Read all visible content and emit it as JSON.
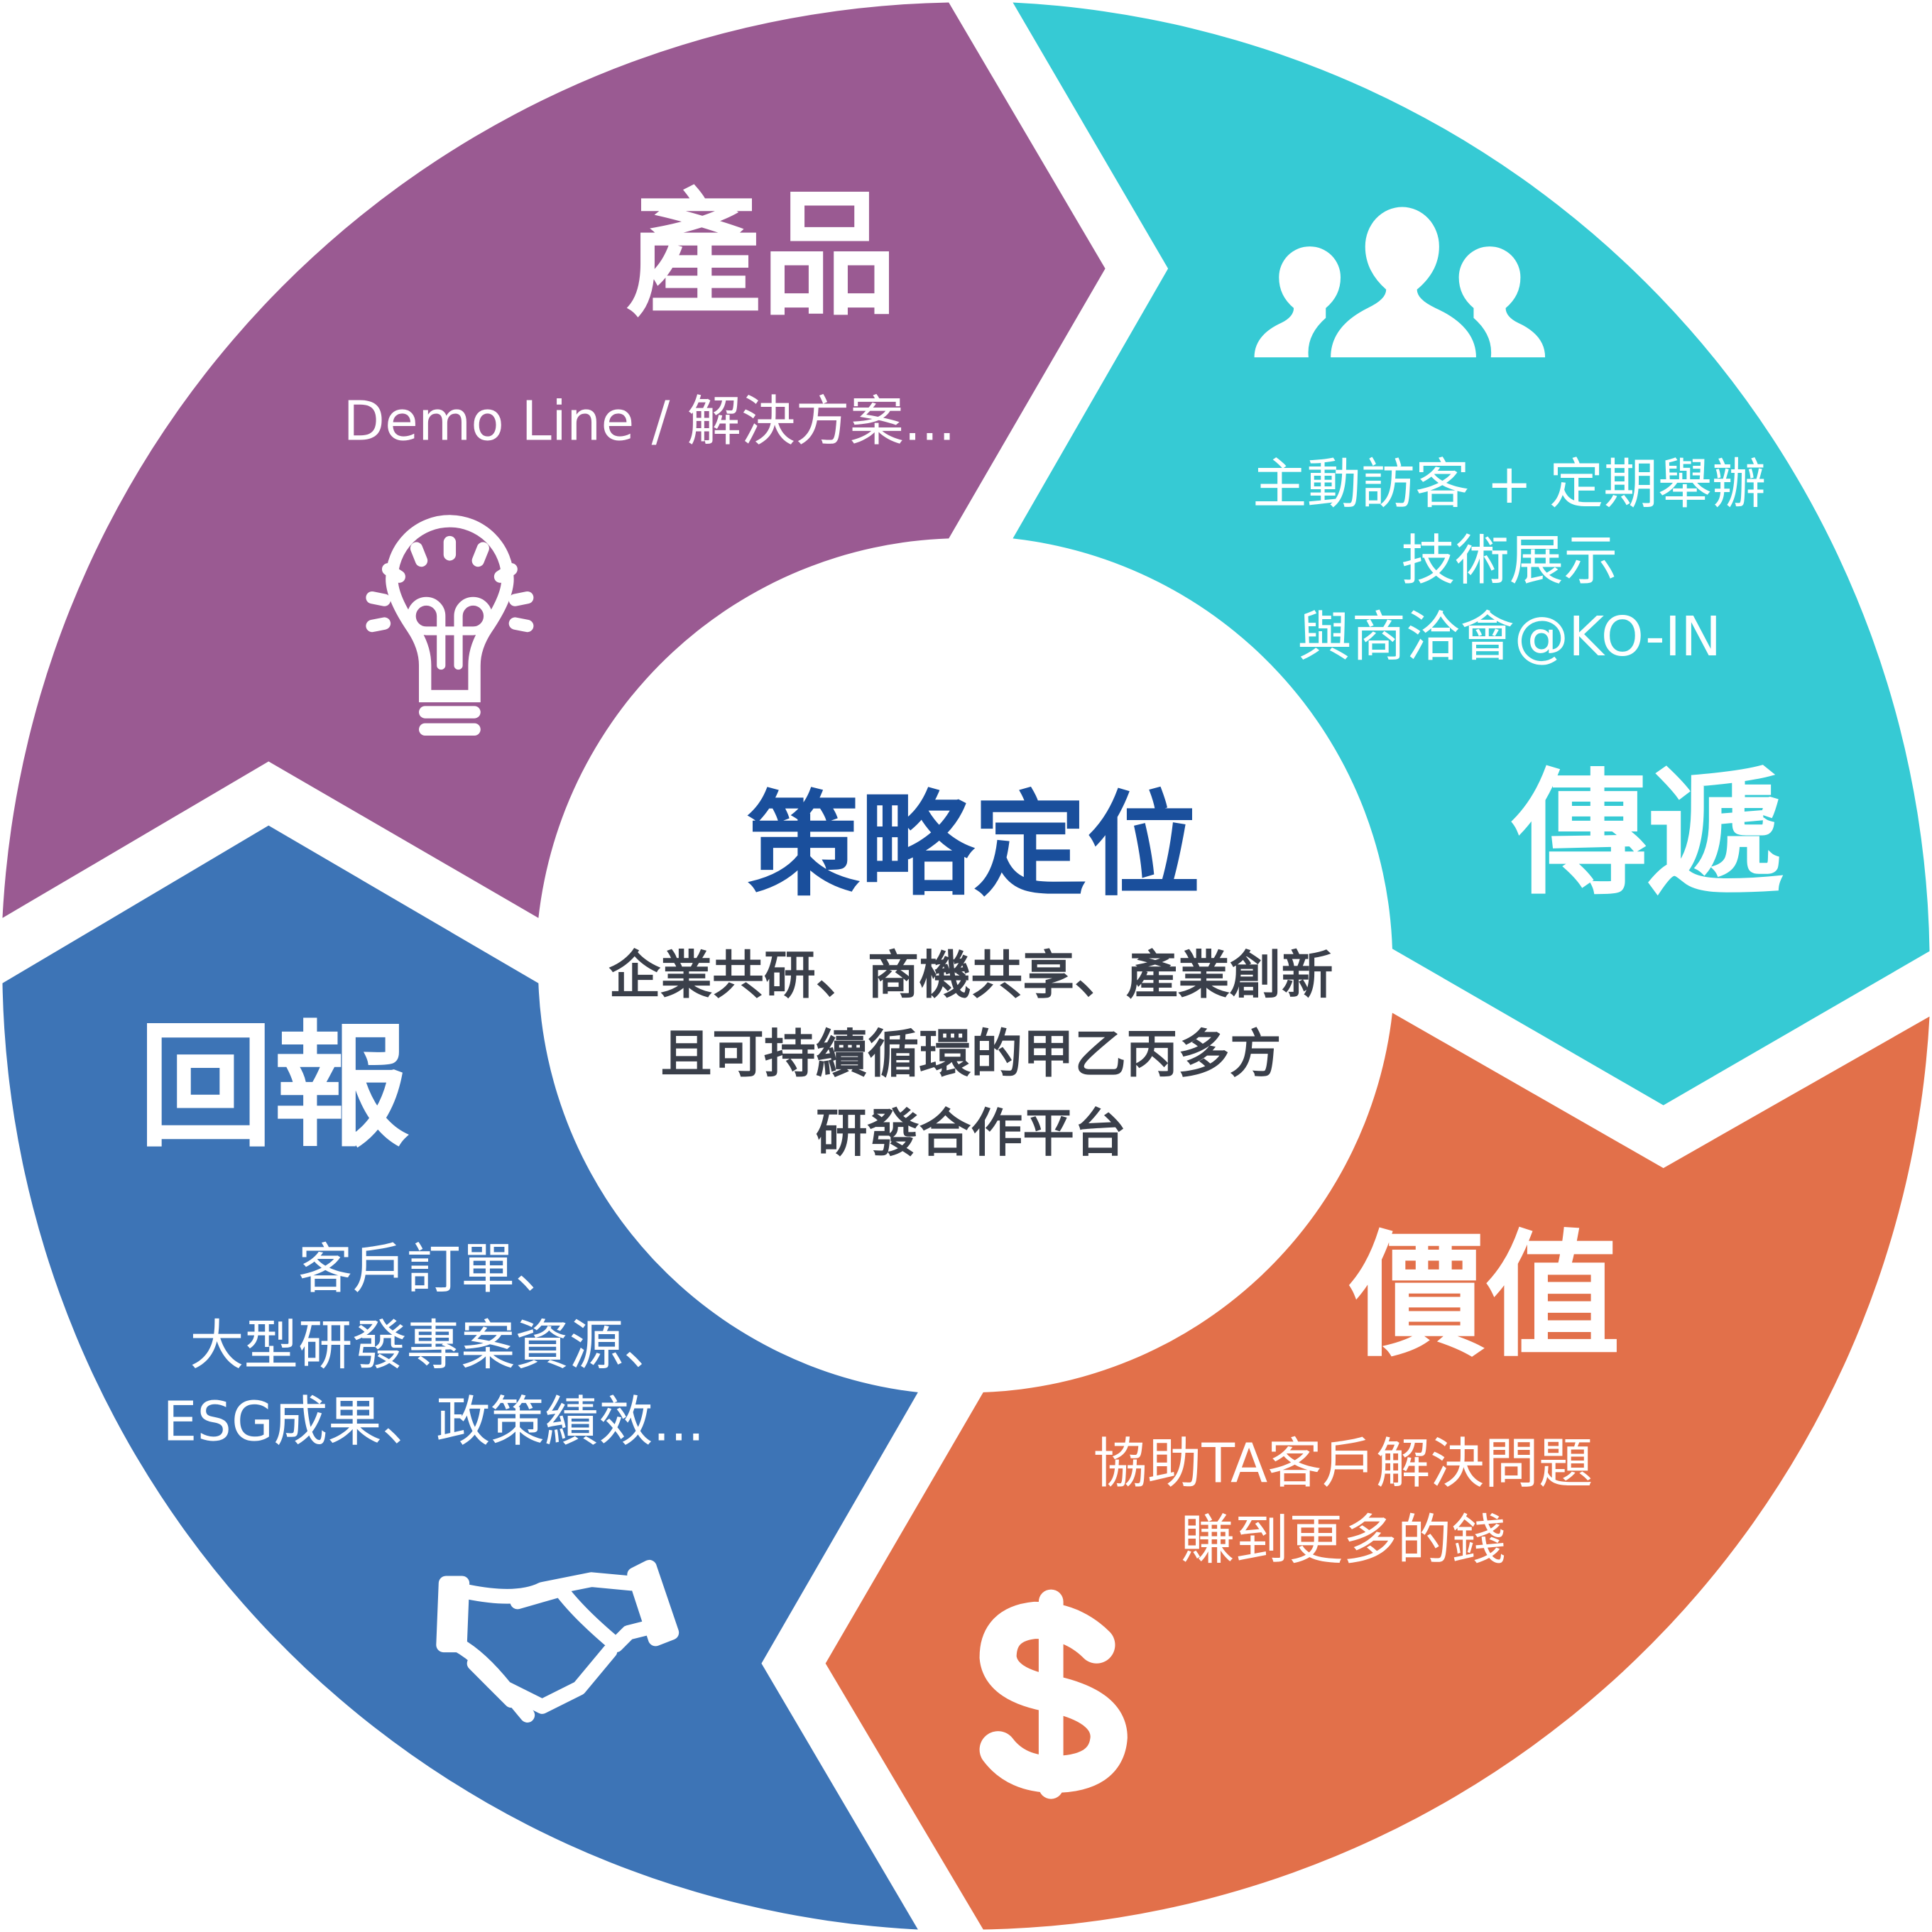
{
  "colors": {
    "product": "#9a5a92",
    "deliver": "#36cad4",
    "value": "#e2704a",
    "reward": "#3d74b6",
    "center_title": "#1a4f9c",
    "center_text": "#3a3f4a"
  },
  "center": {
    "title": "策略定位",
    "lines": [
      "企業共研、商機共享、產業創新",
      "且可持續循環的甲乙丙多方",
      "研發合作平台"
    ]
  },
  "segments": {
    "product": {
      "title": "產品",
      "lines": [
        "Demo Line / 解決方案..."
      ],
      "icon": "lightbulb-icon"
    },
    "deliver": {
      "title": "傳遞",
      "lines": [
        "主動訪客 + 定期舉辦",
        "技術展示",
        "與商洽會@KO-IN"
      ],
      "icon": "users-icon"
    },
    "value": {
      "title": "價值",
      "lines": [
        "協助TA客戶解決問題",
        "賺到更多的錢"
      ],
      "icon": "dollar-icon"
    },
    "reward": {
      "title": "回報",
      "lines": [
        "客戶訂單、",
        "大型研發專案資源、",
        "ESG成果、政策績效..."
      ],
      "icon": "handshake-icon"
    }
  }
}
